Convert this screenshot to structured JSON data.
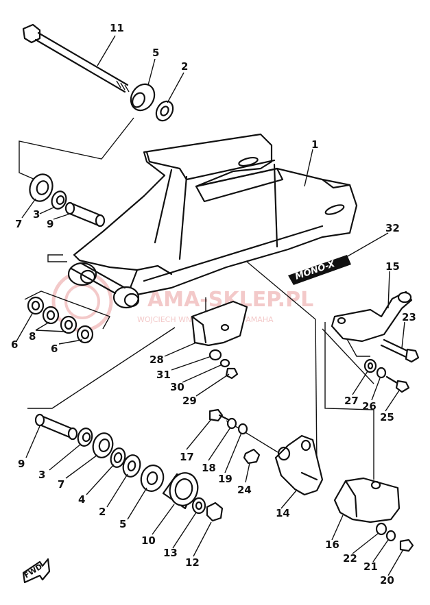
{
  "watermark": {
    "text": "AMA-SKLEP.PL",
    "subtext": "WOJCIECH WNUK | DEALER YAMAHA"
  },
  "badge": {
    "text": "MONO-X"
  },
  "fwd": {
    "text": "FWD"
  },
  "callouts": [
    {
      "id": "c11",
      "label": "11"
    },
    {
      "id": "c5a",
      "label": "5"
    },
    {
      "id": "c2a",
      "label": "2"
    },
    {
      "id": "c1",
      "label": "1"
    },
    {
      "id": "c7a",
      "label": "7"
    },
    {
      "id": "c3a",
      "label": "3"
    },
    {
      "id": "c9a",
      "label": "9"
    },
    {
      "id": "c32",
      "label": "32"
    },
    {
      "id": "c15",
      "label": "15"
    },
    {
      "id": "c6a",
      "label": "6"
    },
    {
      "id": "c8",
      "label": "8"
    },
    {
      "id": "c6b",
      "label": "6"
    },
    {
      "id": "c23",
      "label": "23"
    },
    {
      "id": "c28",
      "label": "28"
    },
    {
      "id": "c31",
      "label": "31"
    },
    {
      "id": "c30",
      "label": "30"
    },
    {
      "id": "c29",
      "label": "29"
    },
    {
      "id": "c27",
      "label": "27"
    },
    {
      "id": "c26",
      "label": "26"
    },
    {
      "id": "c25",
      "label": "25"
    },
    {
      "id": "c9b",
      "label": "9"
    },
    {
      "id": "c3b",
      "label": "3"
    },
    {
      "id": "c7b",
      "label": "7"
    },
    {
      "id": "c4",
      "label": "4"
    },
    {
      "id": "c2b",
      "label": "2"
    },
    {
      "id": "c5b",
      "label": "5"
    },
    {
      "id": "c17",
      "label": "17"
    },
    {
      "id": "c18",
      "label": "18"
    },
    {
      "id": "c19",
      "label": "19"
    },
    {
      "id": "c24",
      "label": "24"
    },
    {
      "id": "c14",
      "label": "14"
    },
    {
      "id": "c10",
      "label": "10"
    },
    {
      "id": "c13",
      "label": "13"
    },
    {
      "id": "c12",
      "label": "12"
    },
    {
      "id": "c16",
      "label": "16"
    },
    {
      "id": "c22",
      "label": "22"
    },
    {
      "id": "c21",
      "label": "21"
    },
    {
      "id": "c20",
      "label": "20"
    }
  ]
}
